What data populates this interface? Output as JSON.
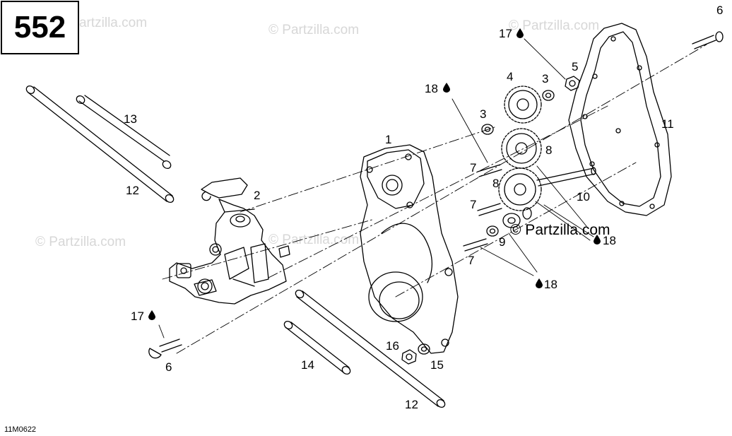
{
  "page_number": "552",
  "figure_code": "11M0622",
  "watermark_text": "© Partzilla.com",
  "callouts": [
    {
      "id": "c1",
      "text": "1"
    },
    {
      "id": "c2",
      "text": "2"
    },
    {
      "id": "c3a",
      "text": "3"
    },
    {
      "id": "c3b",
      "text": "3"
    },
    {
      "id": "c4",
      "text": "4"
    },
    {
      "id": "c5",
      "text": "5"
    },
    {
      "id": "c6a",
      "text": "6"
    },
    {
      "id": "c6b",
      "text": "6"
    },
    {
      "id": "c7a",
      "text": "7"
    },
    {
      "id": "c7b",
      "text": "7"
    },
    {
      "id": "c7c",
      "text": "7"
    },
    {
      "id": "c8a",
      "text": "8"
    },
    {
      "id": "c8b",
      "text": "8"
    },
    {
      "id": "c9",
      "text": "9"
    },
    {
      "id": "c10",
      "text": "10"
    },
    {
      "id": "c11",
      "text": "11"
    },
    {
      "id": "c12a",
      "text": "12"
    },
    {
      "id": "c12b",
      "text": "12"
    },
    {
      "id": "c13",
      "text": "13"
    },
    {
      "id": "c14",
      "text": "14"
    },
    {
      "id": "c15",
      "text": "15"
    },
    {
      "id": "c16",
      "text": "16"
    },
    {
      "id": "c17a",
      "text": "17"
    },
    {
      "id": "c17b",
      "text": "17"
    },
    {
      "id": "c18a",
      "text": "18"
    },
    {
      "id": "c18b",
      "text": "18"
    },
    {
      "id": "c18c",
      "text": "18"
    }
  ],
  "icons": {
    "lubricant": "oil-drop-icon"
  },
  "colors": {
    "line": "#000000",
    "watermark": "#d7d7d7",
    "background": "#ffffff"
  }
}
